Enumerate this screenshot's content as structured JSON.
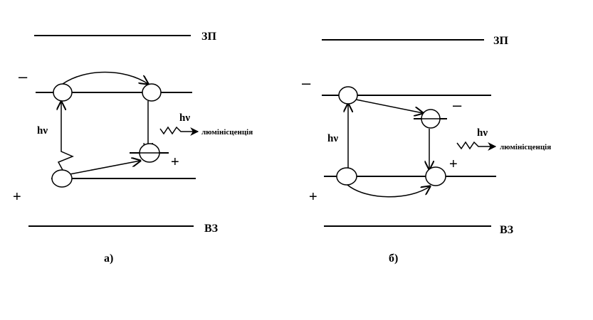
{
  "panel_a": {
    "cb_label": "ЗП",
    "vb_label": "ВЗ",
    "hv_excite": "hν",
    "hv_emit": "hν",
    "luminescence": "люмінісценція",
    "minus_sign": "–",
    "plus_sign_left": "+",
    "plus_sign_right": "+",
    "caption": "а)"
  },
  "panel_b": {
    "cb_label": "ЗП",
    "vb_label": "ВЗ",
    "hv_excite": "hν",
    "hv_emit": "hν",
    "luminescence": "люмінісценція",
    "minus_sign_left": "–",
    "minus_sign_right": "–",
    "plus_sign_left": "+",
    "plus_sign_right": "+",
    "caption": "б)"
  }
}
